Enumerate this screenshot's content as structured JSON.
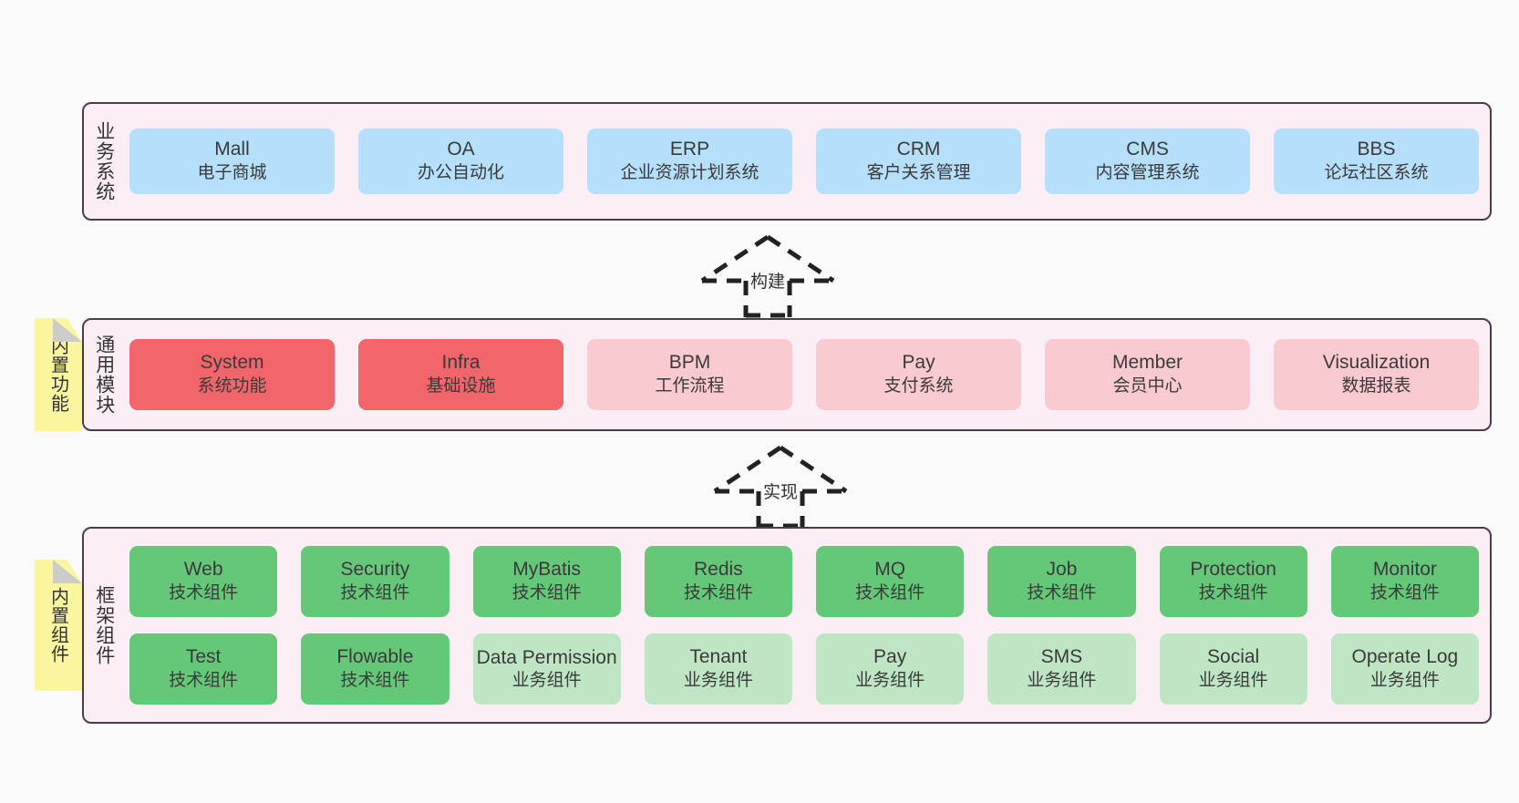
{
  "diagram": {
    "background_color": "#fafafa",
    "panel_color": "#fbeef6",
    "panel_border_color": "#4a3d4a",
    "note_color": "#faf6a0"
  },
  "notes": [
    {
      "label": "内置功能",
      "name": "note-builtin-func"
    },
    {
      "label": "内置组件",
      "name": "note-builtin-comp"
    }
  ],
  "connectors": [
    {
      "label": "构建",
      "name": "arrow-build",
      "style": "dashed-generalization-up"
    },
    {
      "label": "实现",
      "name": "arrow-impl",
      "style": "dashed-generalization-up"
    }
  ],
  "layers": [
    {
      "title": "业务系统",
      "color": "#b5dffb",
      "rows": [
        [
          {
            "en": "Mall",
            "cn": "电子商城",
            "color": "#b5dffb"
          },
          {
            "en": "OA",
            "cn": "办公自动化",
            "color": "#b5dffb"
          },
          {
            "en": "ERP",
            "cn": "企业资源计划系统",
            "color": "#b5dffb"
          },
          {
            "en": "CRM",
            "cn": "客户关系管理",
            "color": "#b5dffb"
          },
          {
            "en": "CMS",
            "cn": "内容管理系统",
            "color": "#b5dffb"
          },
          {
            "en": "BBS",
            "cn": "论坛社区系统",
            "color": "#b5dffb"
          }
        ]
      ]
    },
    {
      "title": "通用模块",
      "color": "#fbc9d0",
      "rows": [
        [
          {
            "en": "System",
            "cn": "系统功能",
            "color": "#f2666b"
          },
          {
            "en": "Infra",
            "cn": "基础设施",
            "color": "#f2666b"
          },
          {
            "en": "BPM",
            "cn": "工作流程",
            "color": "#fbc9d0"
          },
          {
            "en": "Pay",
            "cn": "支付系统",
            "color": "#fbc9d0"
          },
          {
            "en": "Member",
            "cn": "会员中心",
            "color": "#fbc9d0"
          },
          {
            "en": "Visualization",
            "cn": "数据报表",
            "color": "#fbc9d0"
          }
        ]
      ]
    },
    {
      "title": "框架组件",
      "color": "#64c878",
      "rows": [
        [
          {
            "en": "Web",
            "cn": "技术组件",
            "color": "#64c878"
          },
          {
            "en": "Security",
            "cn": "技术组件",
            "color": "#64c878"
          },
          {
            "en": "MyBatis",
            "cn": "技术组件",
            "color": "#64c878"
          },
          {
            "en": "Redis",
            "cn": "技术组件",
            "color": "#64c878"
          },
          {
            "en": "MQ",
            "cn": "技术组件",
            "color": "#64c878"
          },
          {
            "en": "Job",
            "cn": "技术组件",
            "color": "#64c878"
          },
          {
            "en": "Protection",
            "cn": "技术组件",
            "color": "#64c878"
          },
          {
            "en": "Monitor",
            "cn": "技术组件",
            "color": "#64c878"
          }
        ],
        [
          {
            "en": "Test",
            "cn": "技术组件",
            "color": "#64c878"
          },
          {
            "en": "Flowable",
            "cn": "技术组件",
            "color": "#64c878"
          },
          {
            "en": "Data Permission",
            "cn": "业务组件",
            "color": "#bfe6c4"
          },
          {
            "en": "Tenant",
            "cn": "业务组件",
            "color": "#bfe6c4"
          },
          {
            "en": "Pay",
            "cn": "业务组件",
            "color": "#bfe6c4"
          },
          {
            "en": "SMS",
            "cn": "业务组件",
            "color": "#bfe6c4"
          },
          {
            "en": "Social",
            "cn": "业务组件",
            "color": "#bfe6c4"
          },
          {
            "en": "Operate Log",
            "cn": "业务组件",
            "color": "#bfe6c4"
          }
        ]
      ]
    }
  ]
}
